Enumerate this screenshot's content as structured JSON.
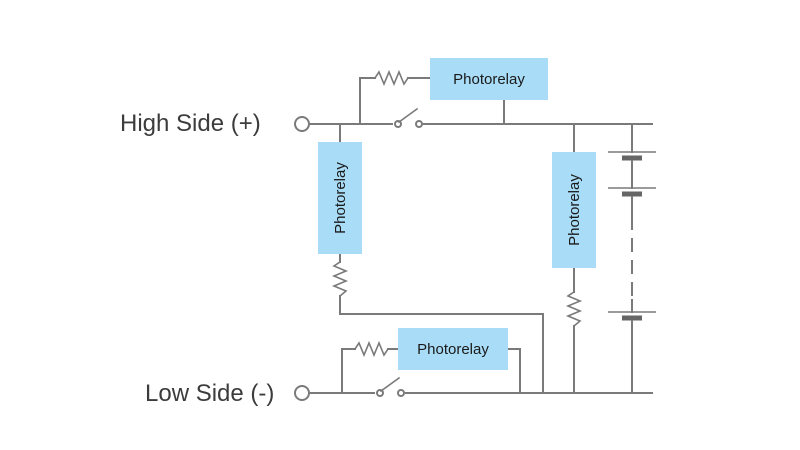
{
  "labels": {
    "high_side": "High Side (+)",
    "low_side": "Low Side (-)"
  },
  "relays": {
    "top_label": "Photorelay",
    "left_label": "Photorelay",
    "right_label": "Photorelay",
    "bottom_label": "Photorelay"
  },
  "colors": {
    "relay_fill": "#a9dcf7",
    "wire": "#7a7a7a",
    "text": "#3c3c3c",
    "background": "#ffffff"
  }
}
